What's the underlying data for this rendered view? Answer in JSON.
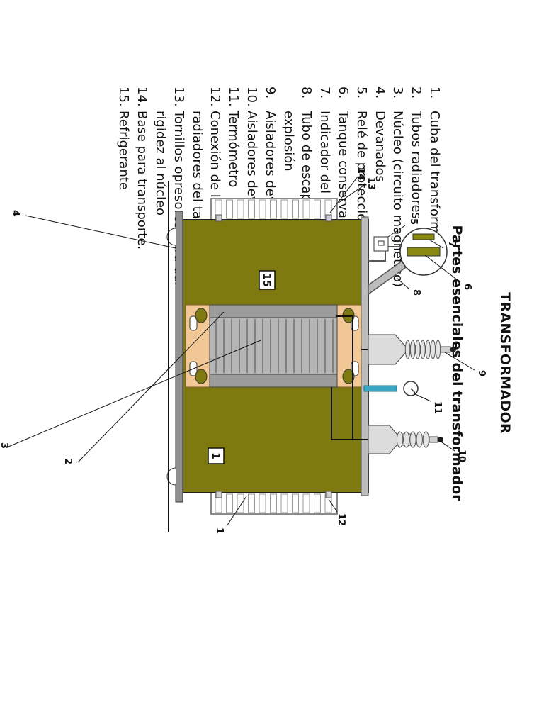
{
  "title": "TRANSFORMADOR",
  "subtitle": "Partes esenciales del transformador",
  "parts": [
    {
      "num": "1.",
      "text": "Cuba del transformador"
    },
    {
      "num": "2.",
      "text": "Tubos radiadores"
    },
    {
      "num": "3.",
      "text": "Núcleo (circuito magnético)"
    },
    {
      "num": "4.",
      "text": "Devanados"
    },
    {
      "num": "5.",
      "text": "Relé de protección Buchholz"
    },
    {
      "num": "6.",
      "text": "Tanque conservador"
    },
    {
      "num": "7.",
      "text": "Indicador del aceite"
    },
    {
      "num": "8.",
      "text": "Tubo de escape en caso de explosión"
    },
    {
      "num": "9.",
      "text": "Aisladores devanado A.T."
    },
    {
      "num": "10.",
      "text": "Aisladores devanado  B.T."
    },
    {
      "num": "11.",
      "text": "Termómetro"
    },
    {
      "num": "12.",
      "text": "Conexión de los tubos radiadores del tanque"
    },
    {
      "num": "13.",
      "text": "Tornillos opresores para dar rigidez al núcleo"
    },
    {
      "num": "14.",
      "text": "Base para transporte."
    },
    {
      "num": "15.",
      "text": "Refrigerante"
    }
  ],
  "diagram": {
    "callouts": {
      "c1": "1",
      "c2": "2",
      "c3": "3",
      "c4": "4",
      "c5": "5",
      "c6": "6",
      "c7": "7",
      "c8": "8",
      "c9": "9",
      "c10": "10",
      "c11": "11",
      "c12": "12",
      "c13": "13",
      "c14": "14"
    },
    "box_1": "1",
    "box_15": "15",
    "colors": {
      "tank": "#7f7a10",
      "tank_border": "#222222",
      "radiator": "#ffffff",
      "radiator_frame": "#8a8a8a",
      "core": "#9c9c9c",
      "winding_block": "#f2c896",
      "thermometer": "#3aa6c6",
      "conservator_tube": "#8a8a12",
      "base": "#8f8f8f"
    }
  }
}
